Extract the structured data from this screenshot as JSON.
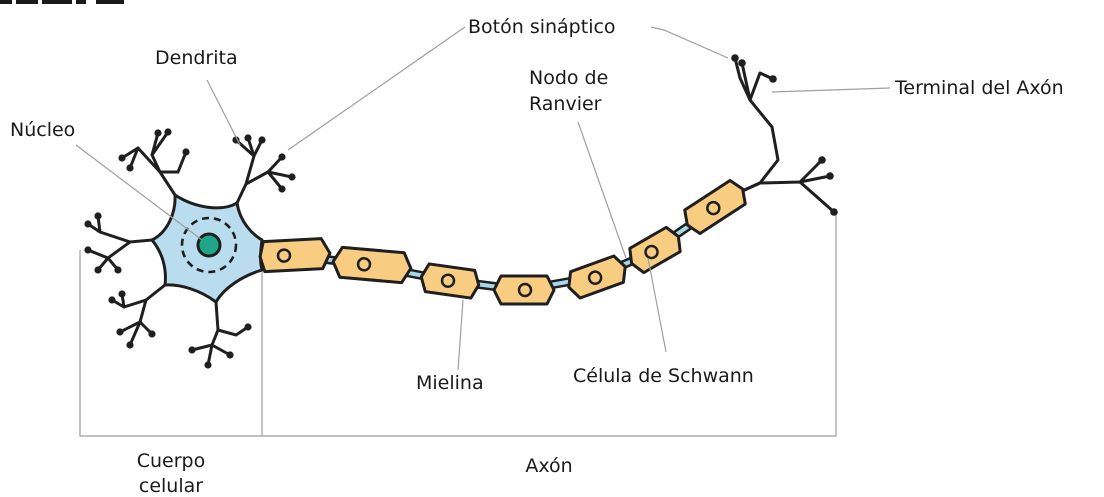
{
  "labels": {
    "boton_sinaptico": "Botón sináptico",
    "dendrita": "Dendrita",
    "nucleo": "Núcleo",
    "nodo_de_ranvier_line1": "Nodo de",
    "nodo_de_ranvier_line2": "Ranvier",
    "terminal_del_axon": "Terminal del Axón",
    "mielina": "Mielina",
    "celula_de_schwann": "Célula de Schwann",
    "cuerpo_celular_line1": "Cuerpo",
    "cuerpo_celular_line2": "celular",
    "axon": "Axón"
  },
  "colors": {
    "outline": "#1f1f1f",
    "cell_body_fill": "#b9dcef",
    "nucleus_fill": "#1fa58a",
    "myelin_fill": "#f8cd82",
    "node_fill": "#a7d8ea",
    "leader_line": "#9e9e9e"
  }
}
